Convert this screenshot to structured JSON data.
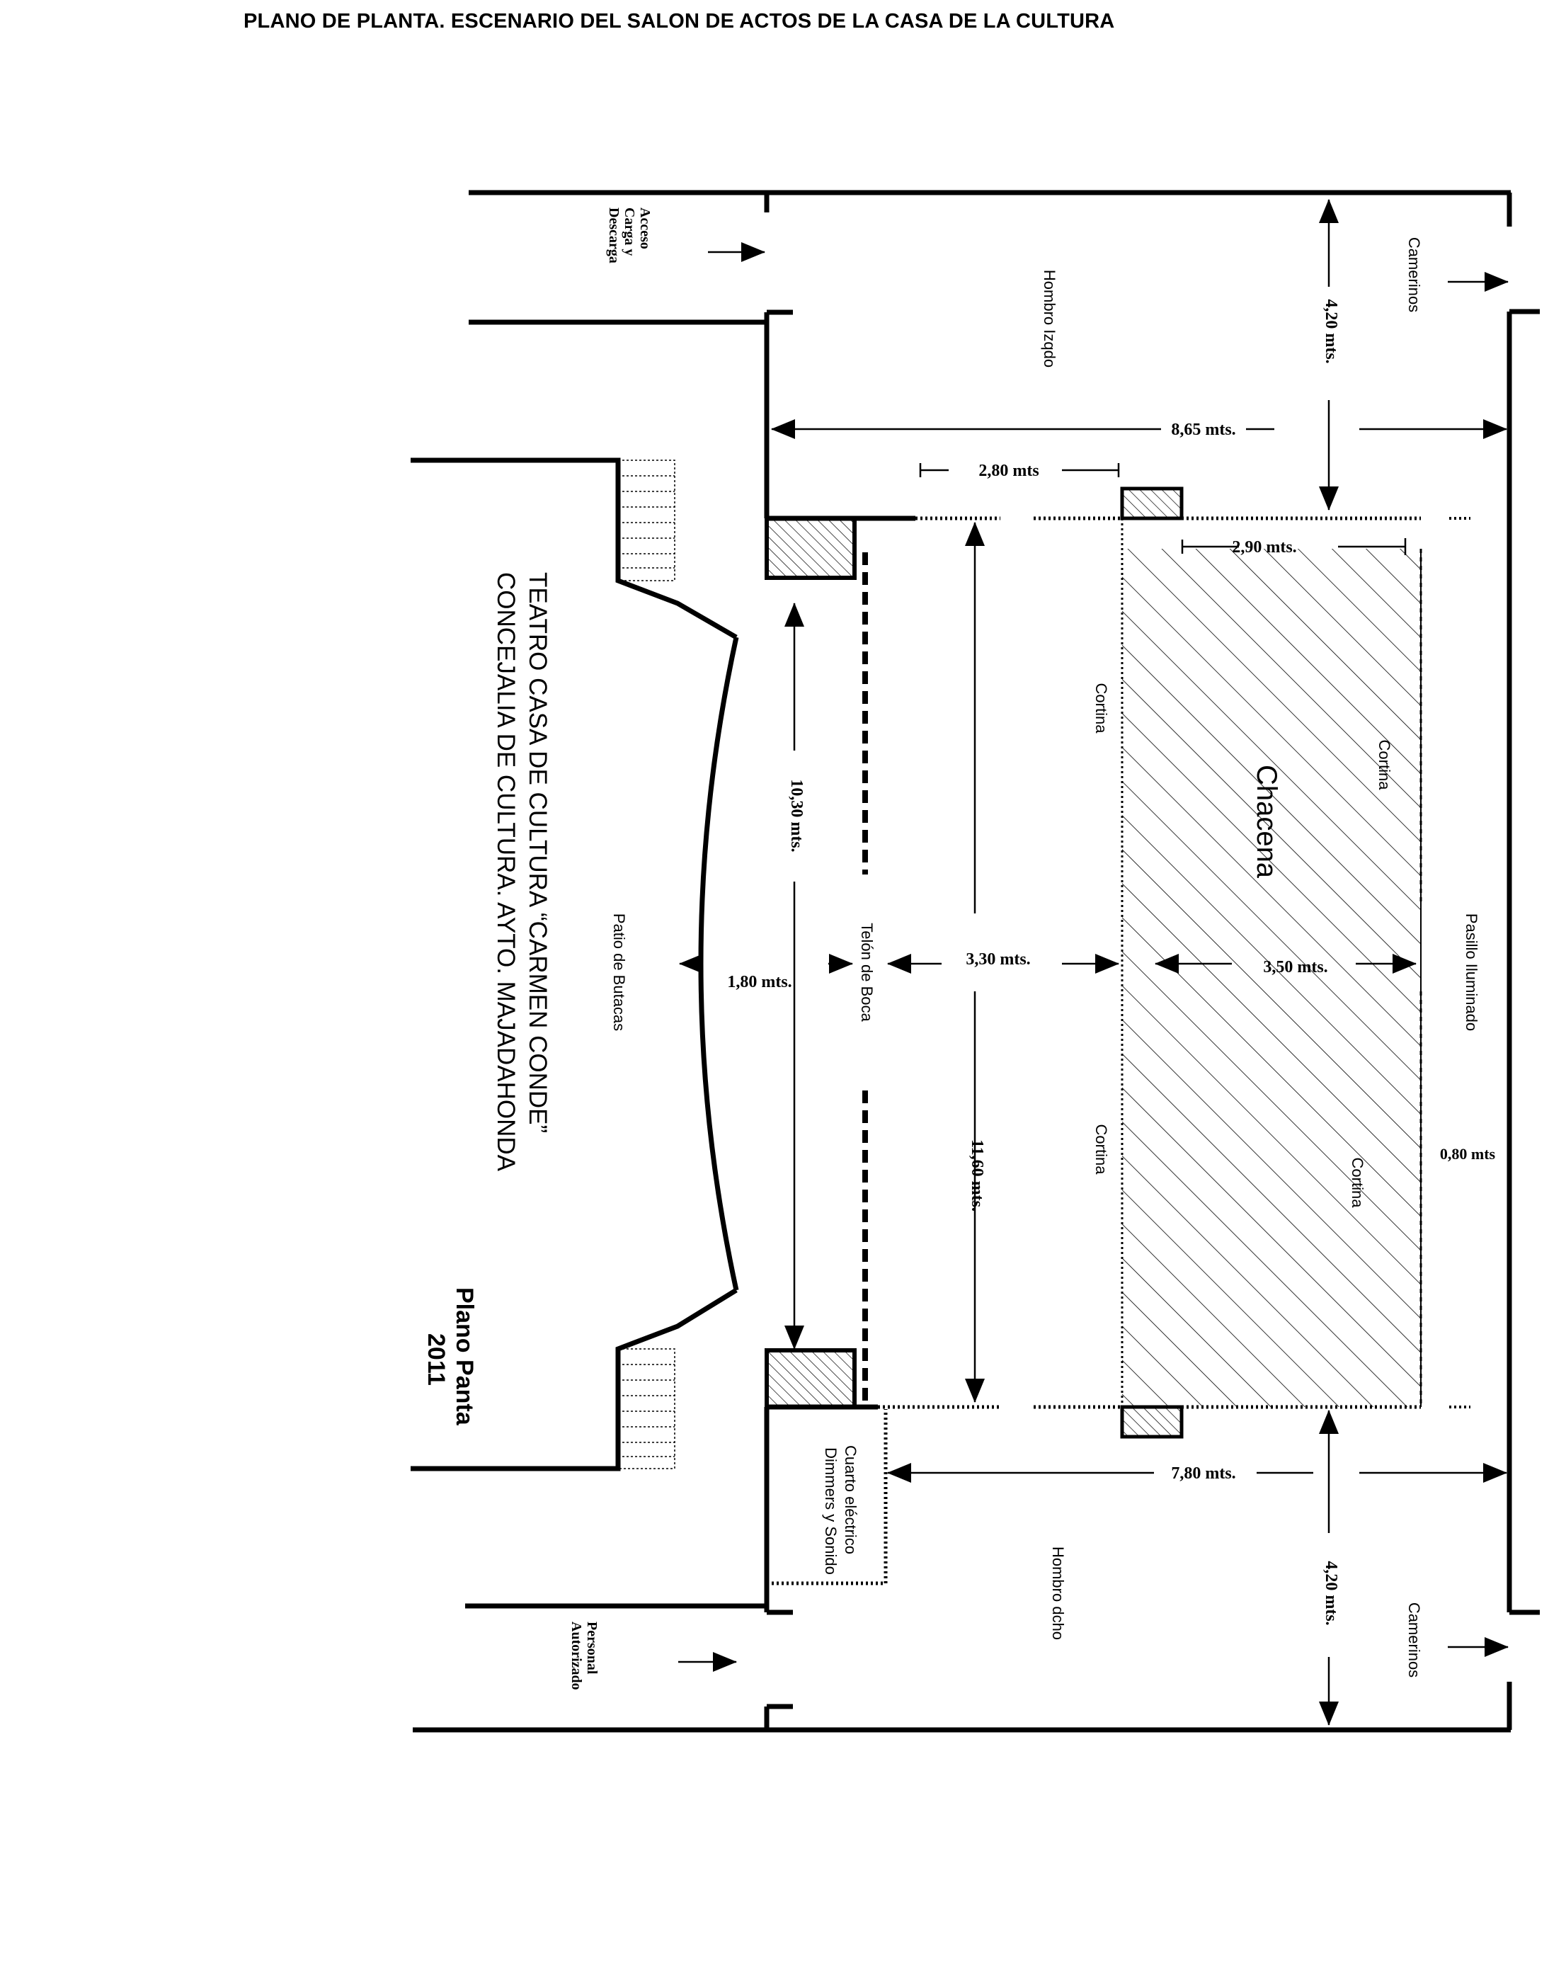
{
  "title": "PLANO DE PLANTA. ESCENARIO DEL SALON DE ACTOS DE LA CASA DE LA CULTURA",
  "labels": {
    "access_l1": "Acceso",
    "access_l2": "Carga y",
    "access_l3": "Descarga",
    "personal_l1": "Personal",
    "personal_l2": "Autorizado",
    "hombro_izq": "Hombro Izqdo",
    "hombro_dcho": "Hombro dcho",
    "camerinos_top": "Camerinos",
    "camerinos_bottom": "Camerinos",
    "cortina_left_top": "Cortina",
    "cortina_left_bottom": "Cortina",
    "cortina_right_top": "Cortina",
    "cortina_right_bottom": "Cortina",
    "chacena": "Chacena",
    "pasillo": "Pasillo Iluminado",
    "telon": "Telón de Boca",
    "patio": "Patio de Butacas",
    "cuarto_l1": "Cuarto eléctrico",
    "cuarto_l2": "Dimmers y Sonido"
  },
  "dimensions": {
    "d_420_top": "4,20 mts.",
    "d_865": "8,65 mts.",
    "d_280": "2,80 mts",
    "d_290": "2,90 mts.",
    "d_1030": "10,30 mts.",
    "d_180": "1,80 mts.",
    "d_330": "3,30 mts.",
    "d_350": "3,50 mts.",
    "d_1160": "11,60 mts.",
    "d_080": "0,80 mts",
    "d_780": "7,80 mts.",
    "d_420_bottom": "4,20 mts."
  },
  "theatre": {
    "line1": "TEATRO CASA DE CULTURA “CARMEN CONDE”",
    "line2": "CONCEJALIA DE CULTURA. AYTO. MAJADAHONDA"
  },
  "plan_caption": {
    "line1": "Plano Panta",
    "line2": "2011"
  }
}
